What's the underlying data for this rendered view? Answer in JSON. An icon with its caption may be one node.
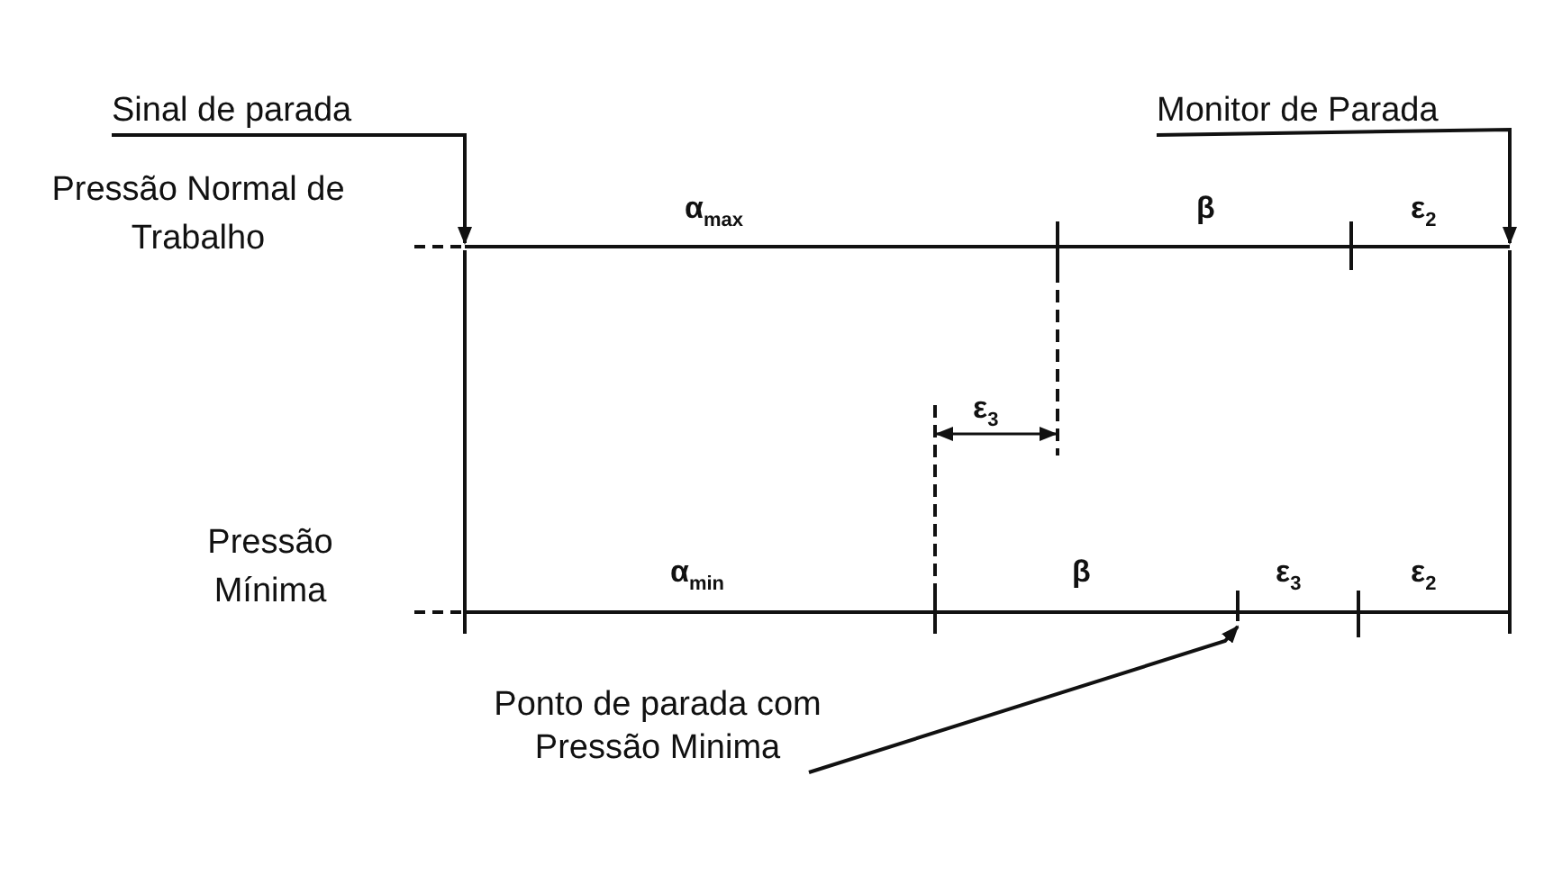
{
  "diagram": {
    "nodes": [
      {
        "text": [
          "Sinal de parada"
        ]
      },
      {
        "text": [
          "Monitor de Parada"
        ]
      },
      {
        "text": [
          "Ponto de parada com Pressão Minima"
        ]
      }
    ],
    "edges": [
      {
        "from": 0,
        "to": null,
        "arrow": "to"
      },
      {
        "from": 1,
        "to": null,
        "arrow": "to"
      },
      {
        "from": 2,
        "to": null,
        "arrow": "to"
      }
    ],
    "labels": [
      "Pressão Normal de Trabalho",
      "α$_{max}$",
      "β",
      "ε$_{2}$",
      "ε$_{3}$",
      "Pressão Mínima",
      "α$_{min}$",
      "β",
      "ε$_{3}$",
      "ε$_{2}$"
    ]
  }
}
